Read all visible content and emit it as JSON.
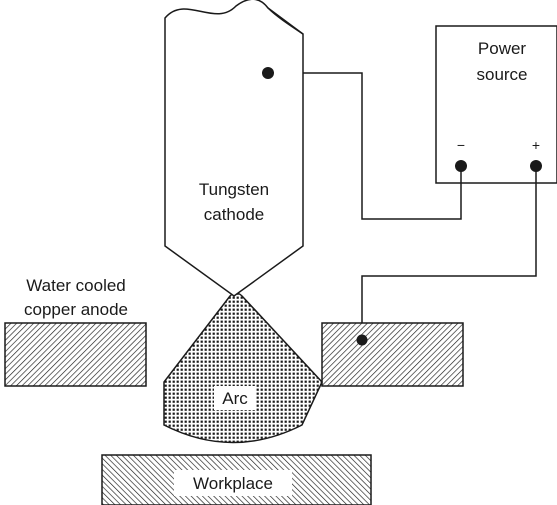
{
  "labels": {
    "power_source_line1": "Power",
    "power_source_line2": "source",
    "minus_terminal": "−",
    "plus_terminal": "+",
    "cathode_line1": "Tungsten",
    "cathode_line2": "cathode",
    "anode_line1": "Water cooled",
    "anode_line2": "copper anode",
    "arc": "Arc",
    "workpiece": "Workplace"
  },
  "colors": {
    "stroke": "#1a1a1a",
    "background": "#ffffff"
  }
}
